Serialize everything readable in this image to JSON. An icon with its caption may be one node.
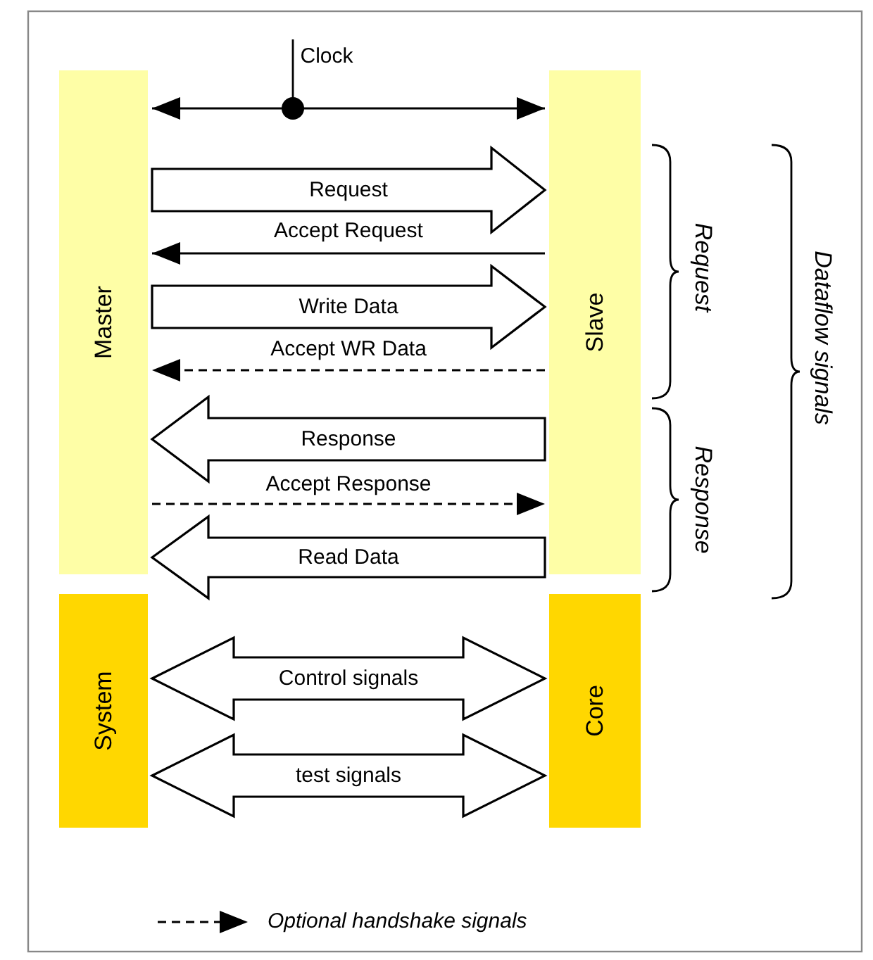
{
  "diagram": {
    "nodes": [
      {
        "text": [
          "Master"
        ]
      },
      {
        "text": [
          "Slave"
        ]
      },
      {
        "text": [
          "System"
        ]
      },
      {
        "text": [
          "Core"
        ]
      }
    ],
    "edges": [
      {
        "from": 0,
        "to": 1,
        "arrow": "both",
        "label": "Clock"
      },
      {
        "from": 0,
        "to": 1,
        "arrow": "to",
        "label": "Request",
        "style": "thick"
      },
      {
        "from": 1,
        "to": 0,
        "arrow": "to",
        "label": "Accept Request"
      },
      {
        "from": 0,
        "to": 1,
        "arrow": "to",
        "label": "Write Data",
        "style": "thick"
      },
      {
        "from": 1,
        "to": 0,
        "arrow": "to",
        "label": "Accept WR Data",
        "style": "dashed"
      },
      {
        "from": 1,
        "to": 0,
        "arrow": "to",
        "label": "Response",
        "style": "thick"
      },
      {
        "from": 0,
        "to": 1,
        "arrow": "to",
        "label": "Accept Response",
        "style": "dashed"
      },
      {
        "from": 1,
        "to": 0,
        "arrow": "to",
        "label": "Read Data",
        "style": "thick"
      },
      {
        "from": 2,
        "to": 3,
        "arrow": "both",
        "label": "Control signals",
        "style": "thick"
      },
      {
        "from": 2,
        "to": 3,
        "arrow": "both",
        "label": "test signals",
        "style": "thick"
      }
    ],
    "labels": [
      "Request",
      "Response",
      "Dataflow signals"
    ],
    "legend": [
      {
        "text": "Optional handshake signals"
      }
    ]
  }
}
